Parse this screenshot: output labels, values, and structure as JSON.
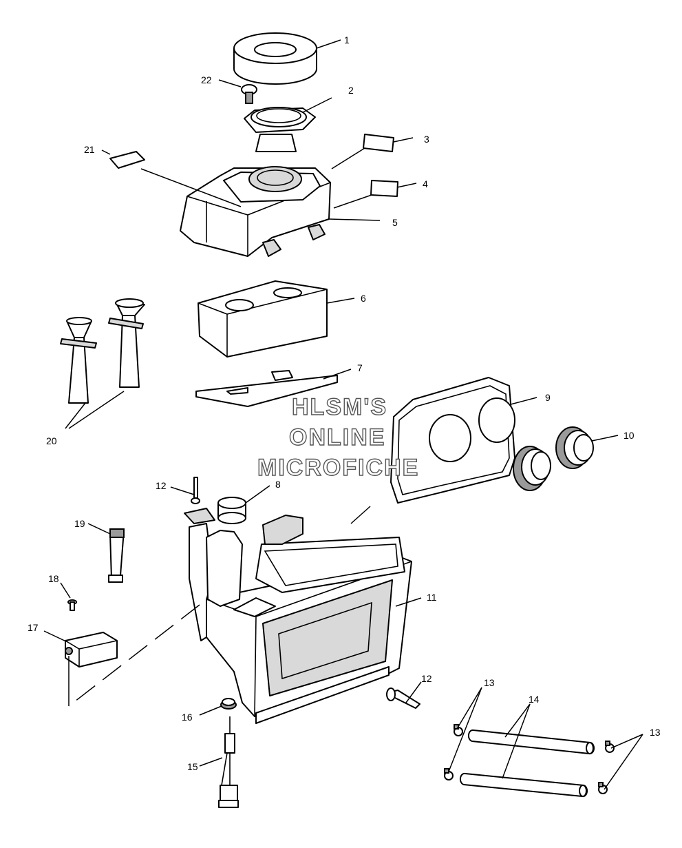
{
  "watermark": {
    "line1": "HLSM'S",
    "line2": "ONLINE",
    "line3": "MICROFICHE"
  },
  "callouts": {
    "c1": "1",
    "c2": "2",
    "c3": "3",
    "c4": "4",
    "c5": "5",
    "c6": "6",
    "c7": "7",
    "c8": "8",
    "c9": "9",
    "c10": "10",
    "c11": "11",
    "c12a": "12",
    "c12b": "12",
    "c13a": "13",
    "c13b": "13",
    "c14": "14",
    "c15": "15",
    "c16": "16",
    "c17": "17",
    "c18": "18",
    "c19": "19",
    "c20": "20",
    "c21": "21",
    "c22": "22"
  }
}
